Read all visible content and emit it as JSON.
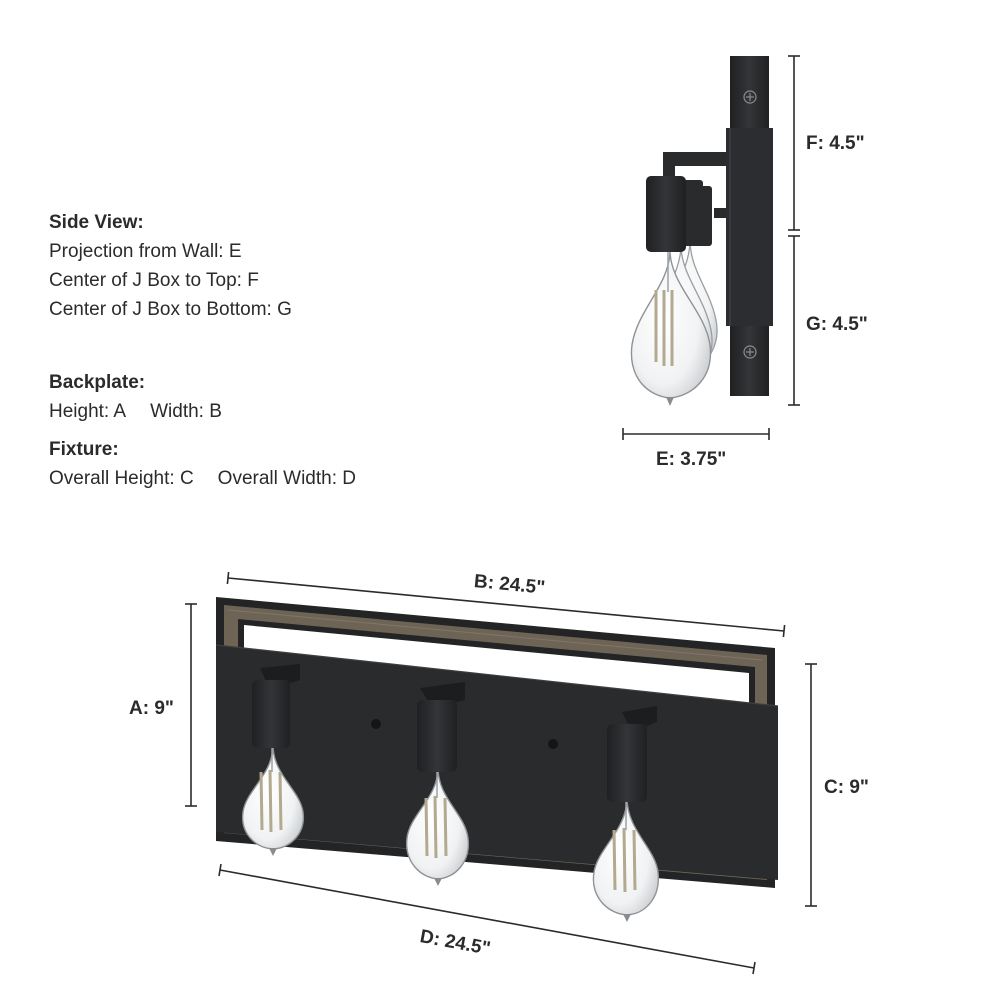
{
  "legend": {
    "side_view": {
      "heading": "Side View:",
      "lines": [
        "Projection from Wall: E",
        "Center of J Box to Top: F",
        "Center of J Box to Bottom: G"
      ]
    },
    "backplate": {
      "heading": "Backplate:",
      "height": "Height: A",
      "width": "Width: B"
    },
    "fixture": {
      "heading": "Fixture:",
      "height": "Overall Height: C",
      "width": "Overall Width: D"
    }
  },
  "dimensions": {
    "F": "F: 4.5\"",
    "G": "G: 4.5\"",
    "E": "E: 3.75\"",
    "A": "A: 9\"",
    "B": "B: 24.5\"",
    "C": "C: 9\"",
    "D": "D: 24.5\""
  },
  "colors": {
    "metal": "#2a2b2d",
    "wood": "#6e6456",
    "line": "#2b2b2b"
  }
}
